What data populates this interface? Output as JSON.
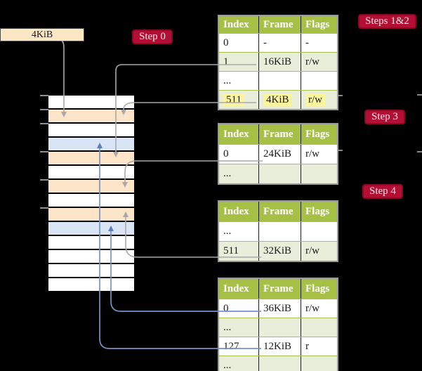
{
  "frame_box": {
    "label": "4KiB"
  },
  "badges": {
    "steps12": "Steps 1&2",
    "step0": "Step 0",
    "step3": "Step 3",
    "step4": "Step 4"
  },
  "tables": [
    {
      "columns": [
        "Index",
        "Frame",
        "Flags"
      ],
      "rows": [
        {
          "cells": [
            "0",
            "-",
            "-"
          ],
          "shaded": false
        },
        {
          "cells": [
            "1",
            "16KiB",
            "r/w"
          ],
          "shaded": true
        },
        {
          "cells": [
            "...",
            "",
            ""
          ],
          "shaded": false
        },
        {
          "cells": [
            "511",
            "4KiB",
            "r/w"
          ],
          "shaded": true,
          "highlight": true
        }
      ]
    },
    {
      "columns": [
        "Index",
        "Frame",
        "Flags"
      ],
      "rows": [
        {
          "cells": [
            "0",
            "24KiB",
            "r/w"
          ],
          "shaded": false
        },
        {
          "cells": [
            "...",
            "",
            ""
          ],
          "shaded": true
        }
      ]
    },
    {
      "columns": [
        "Index",
        "Frame",
        "Flags"
      ],
      "rows": [
        {
          "cells": [
            "...",
            "",
            ""
          ],
          "shaded": false
        },
        {
          "cells": [
            "511",
            "32KiB",
            "r/w"
          ],
          "shaded": true
        }
      ]
    },
    {
      "columns": [
        "Index",
        "Frame",
        "Flags"
      ],
      "rows": [
        {
          "cells": [
            "0",
            "36KiB",
            "r/w"
          ],
          "shaded": false
        },
        {
          "cells": [
            "...",
            "",
            ""
          ],
          "shaded": true
        },
        {
          "cells": [
            "127",
            "12KiB",
            "r"
          ],
          "shaded": false
        },
        {
          "cells": [
            "...",
            "",
            ""
          ],
          "shaded": true
        }
      ]
    }
  ],
  "memory": {
    "row_colors": [
      "white",
      "orange",
      "white",
      "blue",
      "orange",
      "white",
      "orange",
      "white",
      "orange",
      "blue",
      "white",
      "white",
      "white",
      "white"
    ],
    "tick_marks": 6
  },
  "connectors": [
    {
      "from": "frame-size-box-4KiB",
      "to": "memory-row-1",
      "color": "gray"
    },
    {
      "from": "table-1-row-1-frame-16KiB",
      "to": "memory-row-4",
      "color": "gray"
    },
    {
      "from": "table-1-row-511-frame-4KiB",
      "to": "memory-row-1",
      "color": "gray"
    },
    {
      "from": "table-2-row-0-frame-24KiB",
      "to": "memory-row-6",
      "color": "gray"
    },
    {
      "from": "table-3-row-511-frame-32KiB",
      "to": "memory-row-8",
      "color": "gray"
    },
    {
      "from": "table-4-row-0-frame-36KiB",
      "to": "memory-row-9",
      "color": "blue"
    },
    {
      "from": "table-4-row-127-frame-12KiB",
      "to": "memory-row-3",
      "color": "blue"
    }
  ],
  "colors": {
    "background": "#000000",
    "table_header_green": "#a5c045",
    "table_row_shaded": "#e9eedb",
    "memory_orange": "#fce4c8",
    "memory_blue": "#d9e5f4",
    "badge_red": "#b30e33",
    "highlight_yellow": "#fcf59e",
    "frame_box_cream": "#fbe7c4",
    "connector_gray": "#a9a9a9",
    "connector_blue": "#7493c5"
  }
}
